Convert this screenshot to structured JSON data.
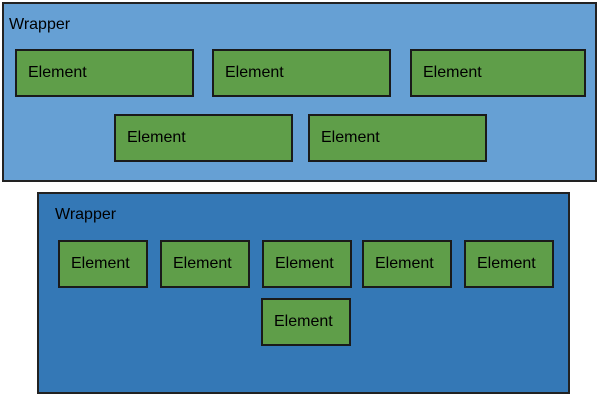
{
  "diagram": {
    "top_wrapper": {
      "label": "Wrapper",
      "row1": [
        "Element",
        "Element",
        "Element"
      ],
      "row2": [
        "Element",
        "Element"
      ]
    },
    "bottom_wrapper": {
      "label": "Wrapper",
      "row1": [
        "Element",
        "Element",
        "Element",
        "Element",
        "Element"
      ],
      "row2": [
        "Element"
      ]
    }
  },
  "colors": {
    "page_bg": "#ffffff",
    "top_wrapper_fill": "#66a0d4",
    "bottom_wrapper_fill": "#3478b6",
    "element_fill": "#5f9e49",
    "wrapper_border": "#222222",
    "element_border": "#1a1a1a",
    "text": "#000000"
  }
}
